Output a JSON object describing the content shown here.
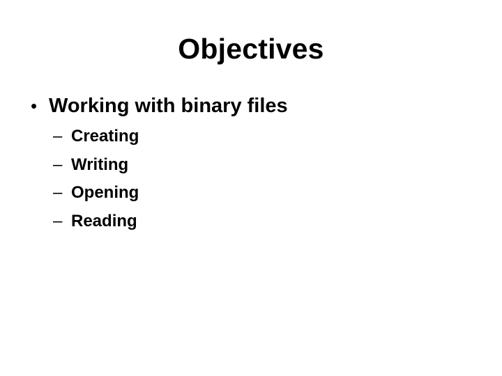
{
  "slide": {
    "title": "Objectives",
    "bullet": {
      "marker": "•",
      "text": "Working with binary files"
    },
    "subitems": [
      {
        "marker": "–",
        "text": "Creating"
      },
      {
        "marker": "–",
        "text": "Writing"
      },
      {
        "marker": "–",
        "text": "Opening"
      },
      {
        "marker": "–",
        "text": "Reading"
      }
    ]
  }
}
